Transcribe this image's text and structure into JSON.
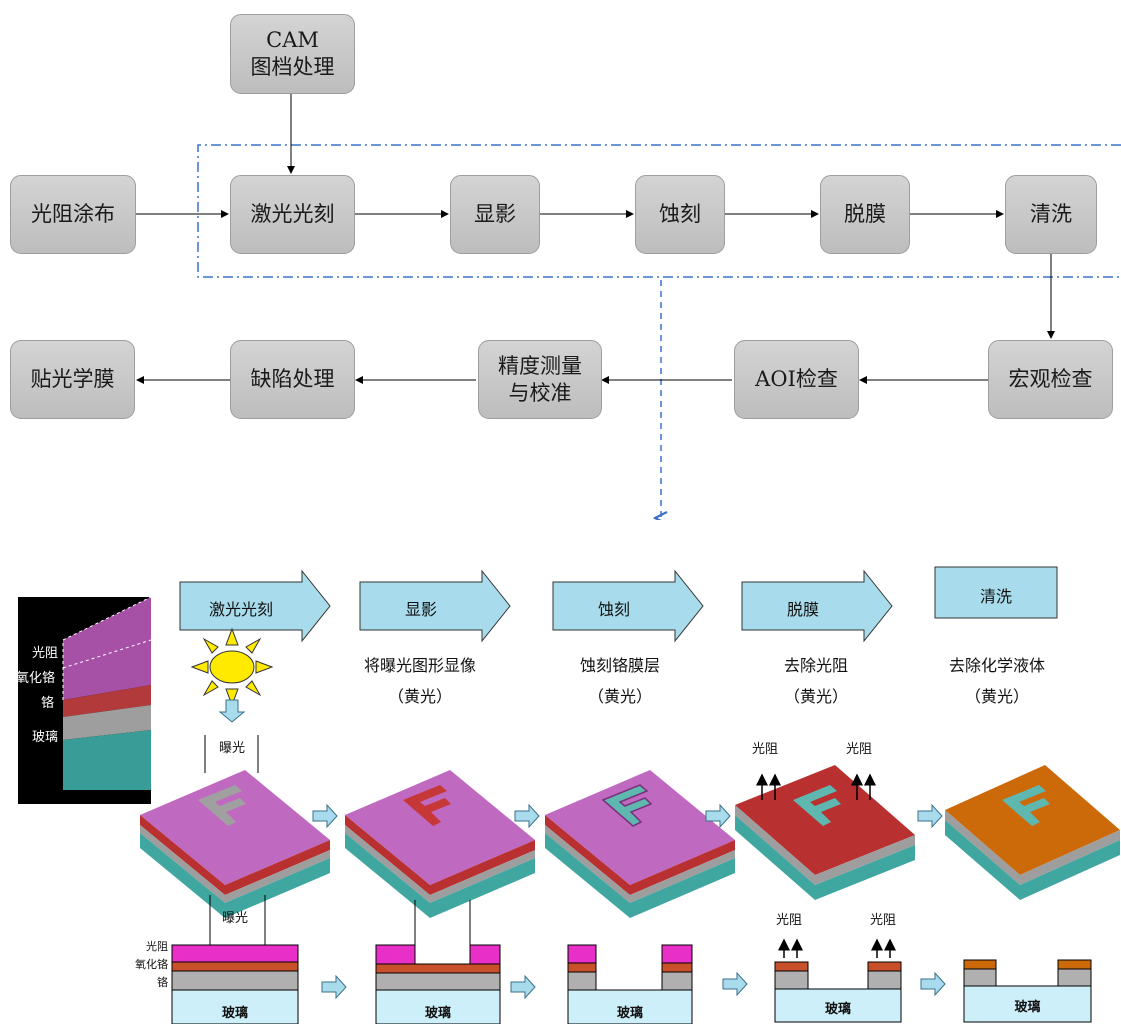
{
  "flow": {
    "cam": "CAM\n图档处理",
    "coat": "光阻涂布",
    "laser": "激光光刻",
    "develop": "显影",
    "etch": "蚀刻",
    "strip": "脱膜",
    "clean": "清洗",
    "macro": "宏观检查",
    "aoi": "AOI检查",
    "measure": "精度测量\n与校准",
    "defect": "缺陷处理",
    "film": "贴光学膜"
  },
  "steps": [
    {
      "title": "激光光刻",
      "desc": "",
      "note": ""
    },
    {
      "title": "显影",
      "desc": "将曝光图形显像",
      "note": "（黄光）"
    },
    {
      "title": "蚀刻",
      "desc": "蚀刻铬膜层",
      "note": "（黄光）"
    },
    {
      "title": "脱膜",
      "desc": "去除光阻",
      "note": "（黄光）"
    },
    {
      "title": "清洗",
      "desc": "去除化学液体",
      "note": "（黄光）"
    }
  ],
  "labels": {
    "exposure": "曝光",
    "photoresist": "光阻",
    "chrome_oxide": "氧化铬",
    "chrome": "铬",
    "glass": "玻璃"
  },
  "colors": {
    "photoresist": "#c069c0",
    "photoresist_flat": "#e830c8",
    "chrome_oxide": "#b83030",
    "chrome_oxide_flat": "#c8502a",
    "chrome": "#a0a0a0",
    "glass": "#3fa6a0",
    "glass_flat": "#cdeffa",
    "step_box": "#a8dcec",
    "arrow": "#a8dcec",
    "dashed": "#3a72c8",
    "cleaned": "#cc6a0a"
  }
}
